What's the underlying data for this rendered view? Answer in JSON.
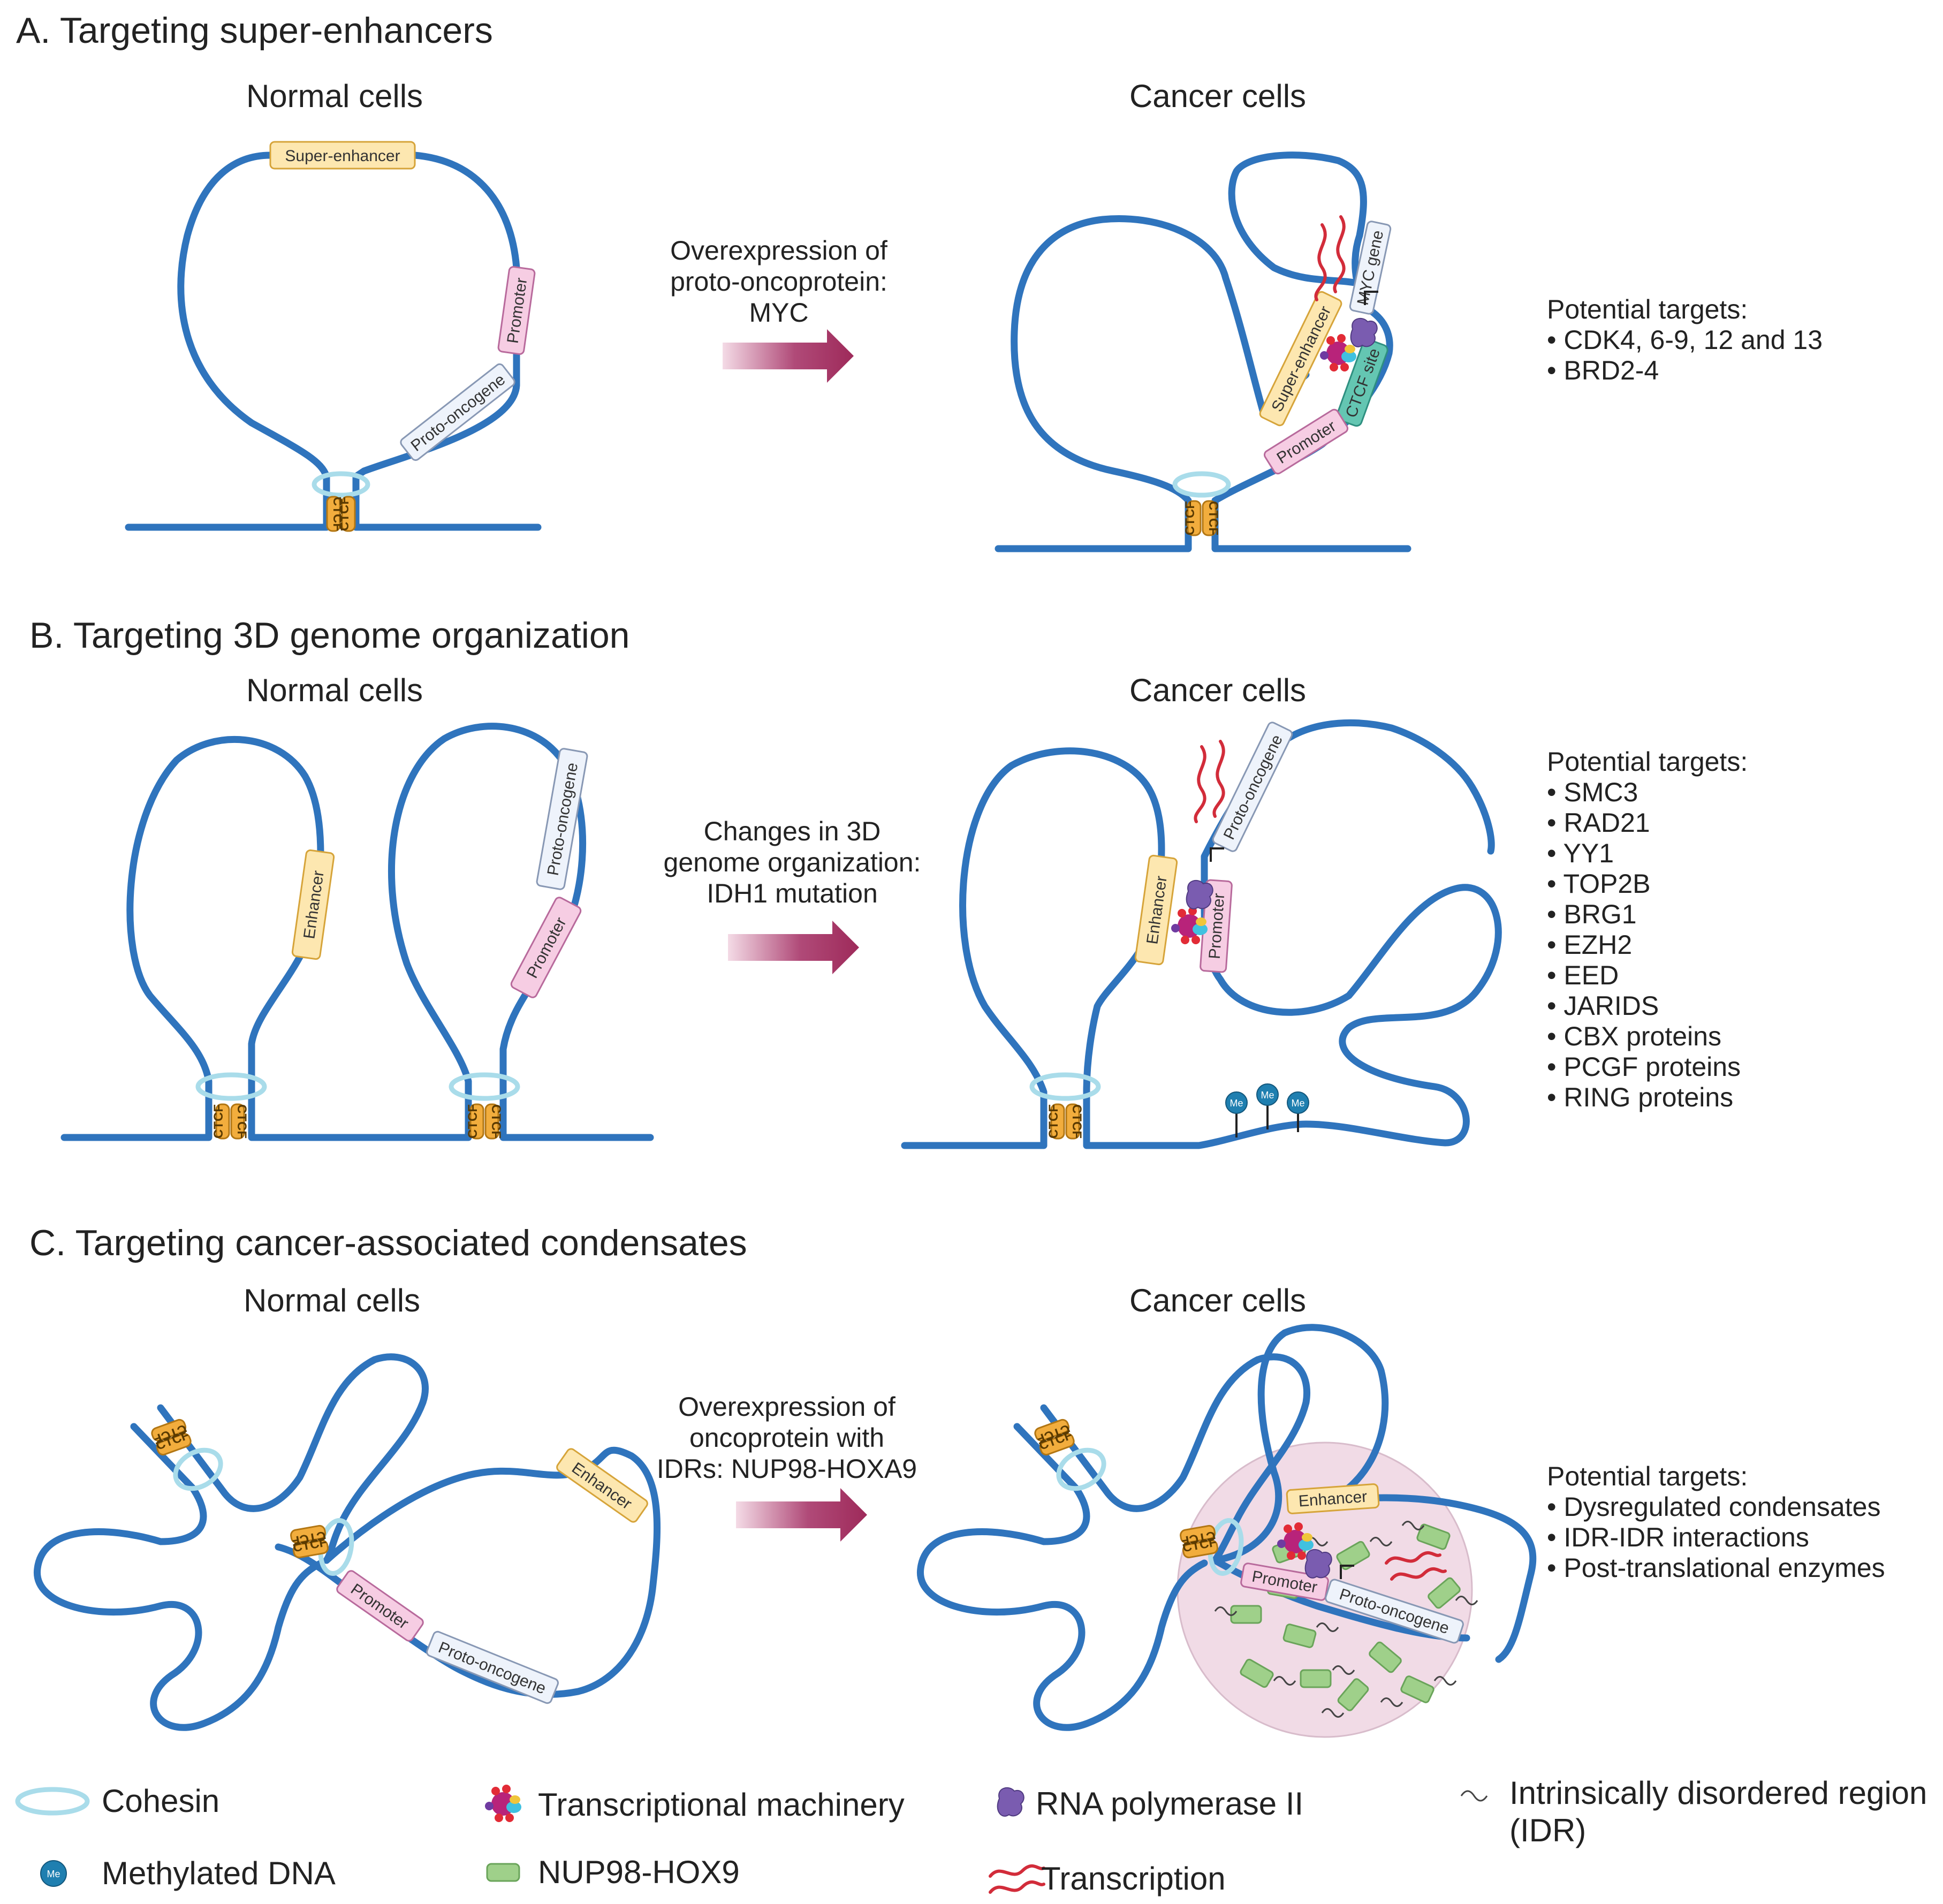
{
  "sections": {
    "a": {
      "title": "A. Targeting super-enhancers",
      "normal_title": "Normal cells",
      "cancer_title": "Cancer cells",
      "arrow_lines": [
        "Overexpression of",
        "proto-oncoprotein:",
        "MYC"
      ],
      "targets_heading": "Potential targets:",
      "targets": [
        "• CDK4, 6-9, 12 and 13",
        "• BRD2-4"
      ]
    },
    "b": {
      "title": "B. Targeting 3D genome organization",
      "normal_title": "Normal cells",
      "cancer_title": "Cancer cells",
      "arrow_lines": [
        "Changes in 3D",
        "genome organization:",
        "IDH1 mutation"
      ],
      "targets_heading": "Potential targets:",
      "targets": [
        "• SMC3",
        "• RAD21",
        "• YY1",
        "• TOP2B",
        "• BRG1",
        "• EZH2",
        "• EED",
        "• JARIDS",
        "• CBX proteins",
        "• PCGF proteins",
        "• RING proteins"
      ]
    },
    "c": {
      "title": "C. Targeting cancer-associated condensates",
      "normal_title": "Normal cells",
      "cancer_title": "Cancer cells",
      "arrow_lines": [
        "Overexpression of",
        "oncoprotein with",
        "IDRs: NUP98-HOXA9"
      ],
      "targets_heading": "Potential targets:",
      "targets": [
        "• Dysregulated condensates",
        "• IDR-IDR interactions",
        "• Post-translational enzymes"
      ]
    }
  },
  "element_labels": {
    "super_enhancer": "Super-enhancer",
    "promoter": "Promoter",
    "proto_oncogene": "Proto-oncogene",
    "myc_gene": "MYC gene",
    "ctcf_site": "CTCF site",
    "enhancer": "Enhancer",
    "ctcf": "CTCF",
    "me": "Me"
  },
  "legend": {
    "cohesin": "Cohesin",
    "methylated_dna": "Methylated DNA",
    "transcriptional_machinery": "Transcriptional machinery",
    "nup98": "NUP98-HOX9",
    "rna_pol": "RNA polymerase II",
    "transcription": "Transcription",
    "idr_line1": "Intrinsically disordered region",
    "idr_line2": "(IDR)"
  },
  "colors": {
    "dna": "#2f74bd",
    "cohesin": "#a9dcea",
    "arrow": "#a8325f",
    "super_enhancer": "#fde7b0",
    "promoter": "#f6cde3",
    "ctcf": "#f2ad3d",
    "nup98": "#9fd08a",
    "condensate": "#f1dbe6"
  }
}
